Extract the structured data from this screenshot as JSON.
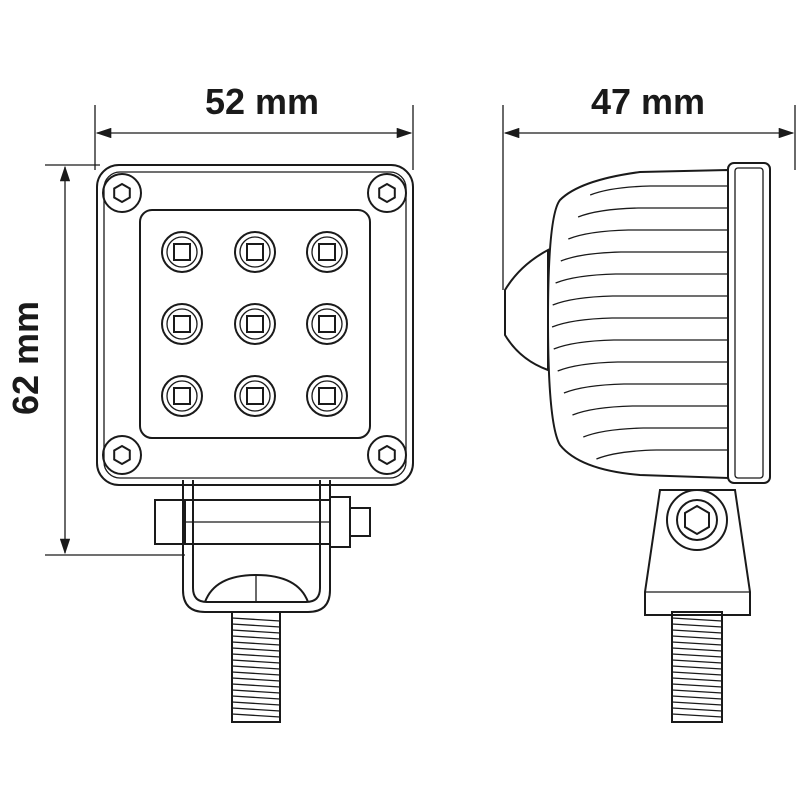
{
  "dimensions": {
    "width_label": "52 mm",
    "height_label": "62 mm",
    "depth_label": "47 mm"
  },
  "led_count": 9,
  "colors": {
    "line": "#1a1a1a",
    "body_fill": "#e4e4e4",
    "panel_fill": "#cfcfcf",
    "background": "#ffffff"
  }
}
